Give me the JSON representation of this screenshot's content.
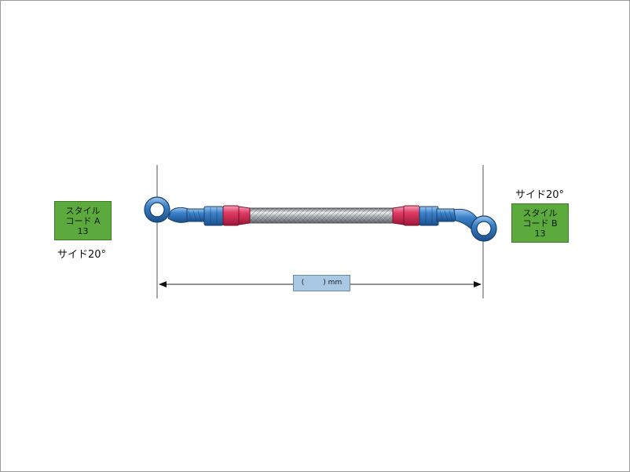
{
  "style_a": {
    "line1": "スタイル",
    "line2": "コード A",
    "line3": "13",
    "side": "サイド20°"
  },
  "style_b": {
    "line1": "スタイル",
    "line2": "コード B",
    "line3": "13",
    "side": "サイド20°"
  },
  "dimension": {
    "open": "(",
    "close": ")",
    "unit": "mm"
  },
  "colors": {
    "label_green": "#5ca93e",
    "fitting_blue": "#2f6fb4",
    "fitting_red": "#d8325a",
    "dimension_box": "#a8c8e4"
  },
  "icons": [
    "banjo-fitting-icon",
    "braided-hose-icon",
    "hose-end-fitting-icon"
  ]
}
